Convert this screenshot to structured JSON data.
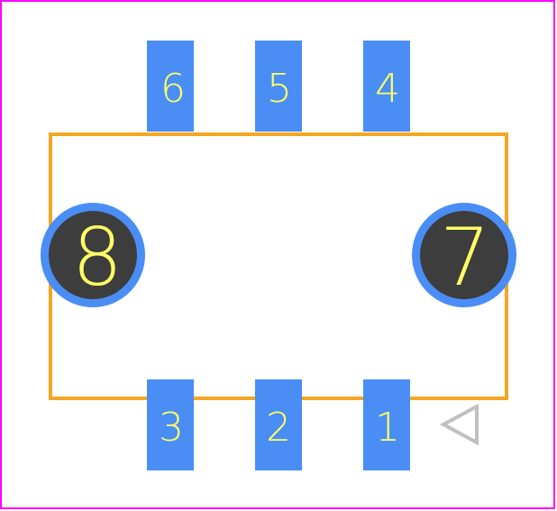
{
  "colors": {
    "background": "#ffffff",
    "frame": "#ff00ff",
    "outline": "#f5a623",
    "pad": "#4a8df5",
    "via_core": "#3d3d3d",
    "label": "#ffff66",
    "marker": "#c0c0c0"
  },
  "pads": {
    "pad_1": "1",
    "pad_2": "2",
    "pad_3": "3",
    "pad_4": "4",
    "pad_5": "5",
    "pad_6": "6"
  },
  "vias": {
    "via_7": "7",
    "via_8": "8"
  },
  "marker_icon": "pin1-triangle-icon"
}
